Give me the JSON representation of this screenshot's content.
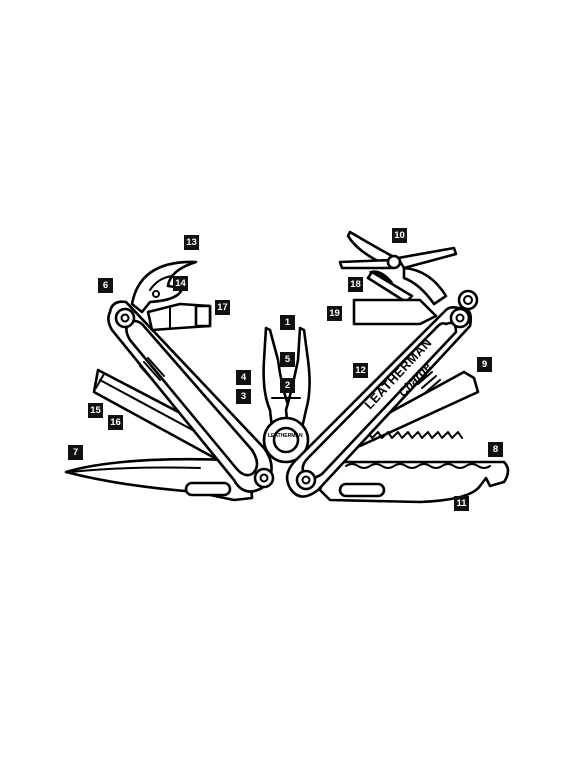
{
  "brand": {
    "name": "LEATHERMAN",
    "model": "Charge",
    "mark": "®",
    "pivot_text": "LEATHERMAN"
  },
  "callouts": [
    {
      "id": "1",
      "label": "1",
      "part": "pliers"
    },
    {
      "id": "2",
      "label": "2",
      "part": "pliers-jaw"
    },
    {
      "id": "3",
      "label": "3",
      "part": "wire-cutter"
    },
    {
      "id": "4",
      "label": "4",
      "part": "wire-cutter-upper"
    },
    {
      "id": "5",
      "label": "5",
      "part": "pliers-tip"
    },
    {
      "id": "6",
      "label": "6",
      "part": "can-opener"
    },
    {
      "id": "7",
      "label": "7",
      "part": "plain-blade"
    },
    {
      "id": "8",
      "label": "8",
      "part": "serrated-blade"
    },
    {
      "id": "9",
      "label": "9",
      "part": "saw"
    },
    {
      "id": "10",
      "label": "10",
      "part": "scissors"
    },
    {
      "id": "11",
      "label": "11",
      "part": "cutting-hook"
    },
    {
      "id": "12",
      "label": "12",
      "part": "handle-right"
    },
    {
      "id": "13",
      "label": "13",
      "part": "bottle-opener"
    },
    {
      "id": "14",
      "label": "14",
      "part": "wire-stripper"
    },
    {
      "id": "15",
      "label": "15",
      "part": "file"
    },
    {
      "id": "16",
      "label": "16",
      "part": "file-lower"
    },
    {
      "id": "17",
      "label": "17",
      "part": "bit-driver"
    },
    {
      "id": "18",
      "label": "18",
      "part": "small-screwdriver"
    },
    {
      "id": "19",
      "label": "19",
      "part": "ruler-tool"
    }
  ],
  "colors": {
    "ink": "#000000",
    "paper": "#ffffff",
    "badge": "#111111"
  }
}
